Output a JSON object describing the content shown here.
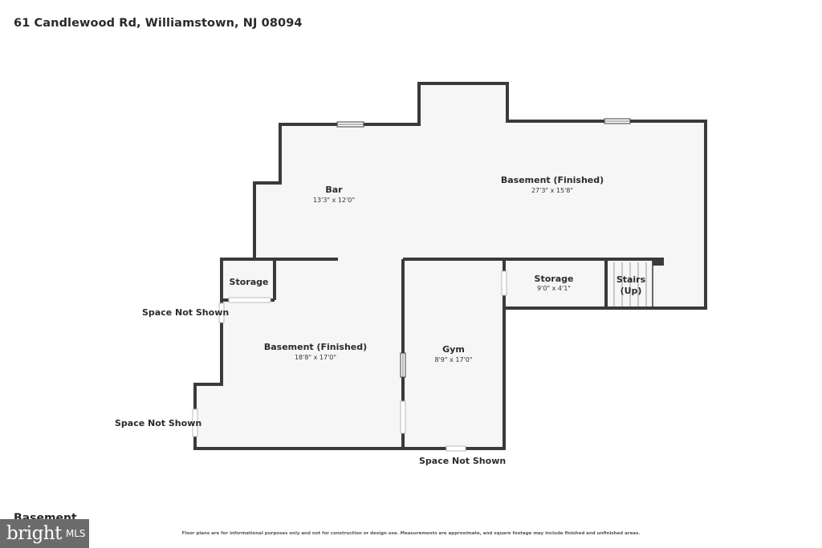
{
  "header": {
    "address": "61 Candlewood Rd, Williamstown, NJ 08094"
  },
  "footer": {
    "level_label": "Basement",
    "logo_text": "bright",
    "logo_suffix": "MLS",
    "disclaimer": "Floor plans are for informational purposes only and not for construction or design use. Measurements are approximate, and square footage may include finished and unfinished areas."
  },
  "rooms": [
    {
      "name": "Bar",
      "dims": "13'3\" x 12'0\""
    },
    {
      "name": "Basement (Finished)",
      "dims": "27'3\" x 15'8\""
    },
    {
      "name": "Storage",
      "dims": ""
    },
    {
      "name": "Basement (Finished)",
      "dims": "18'8\" x 17'0\""
    },
    {
      "name": "Gym",
      "dims": "8'9\" x 17'0\""
    },
    {
      "name": "Storage",
      "dims": "9'0\" x 4'1\""
    },
    {
      "name": "Stairs",
      "dims": "(Up)"
    }
  ],
  "space_labels": [
    "Space Not Shown",
    "Space Not Shown",
    "Space Not Shown"
  ],
  "colors": {
    "wall": "#3a3a3a",
    "floor": "#f6f6f6",
    "logo_bg": "#6b6b6b"
  }
}
